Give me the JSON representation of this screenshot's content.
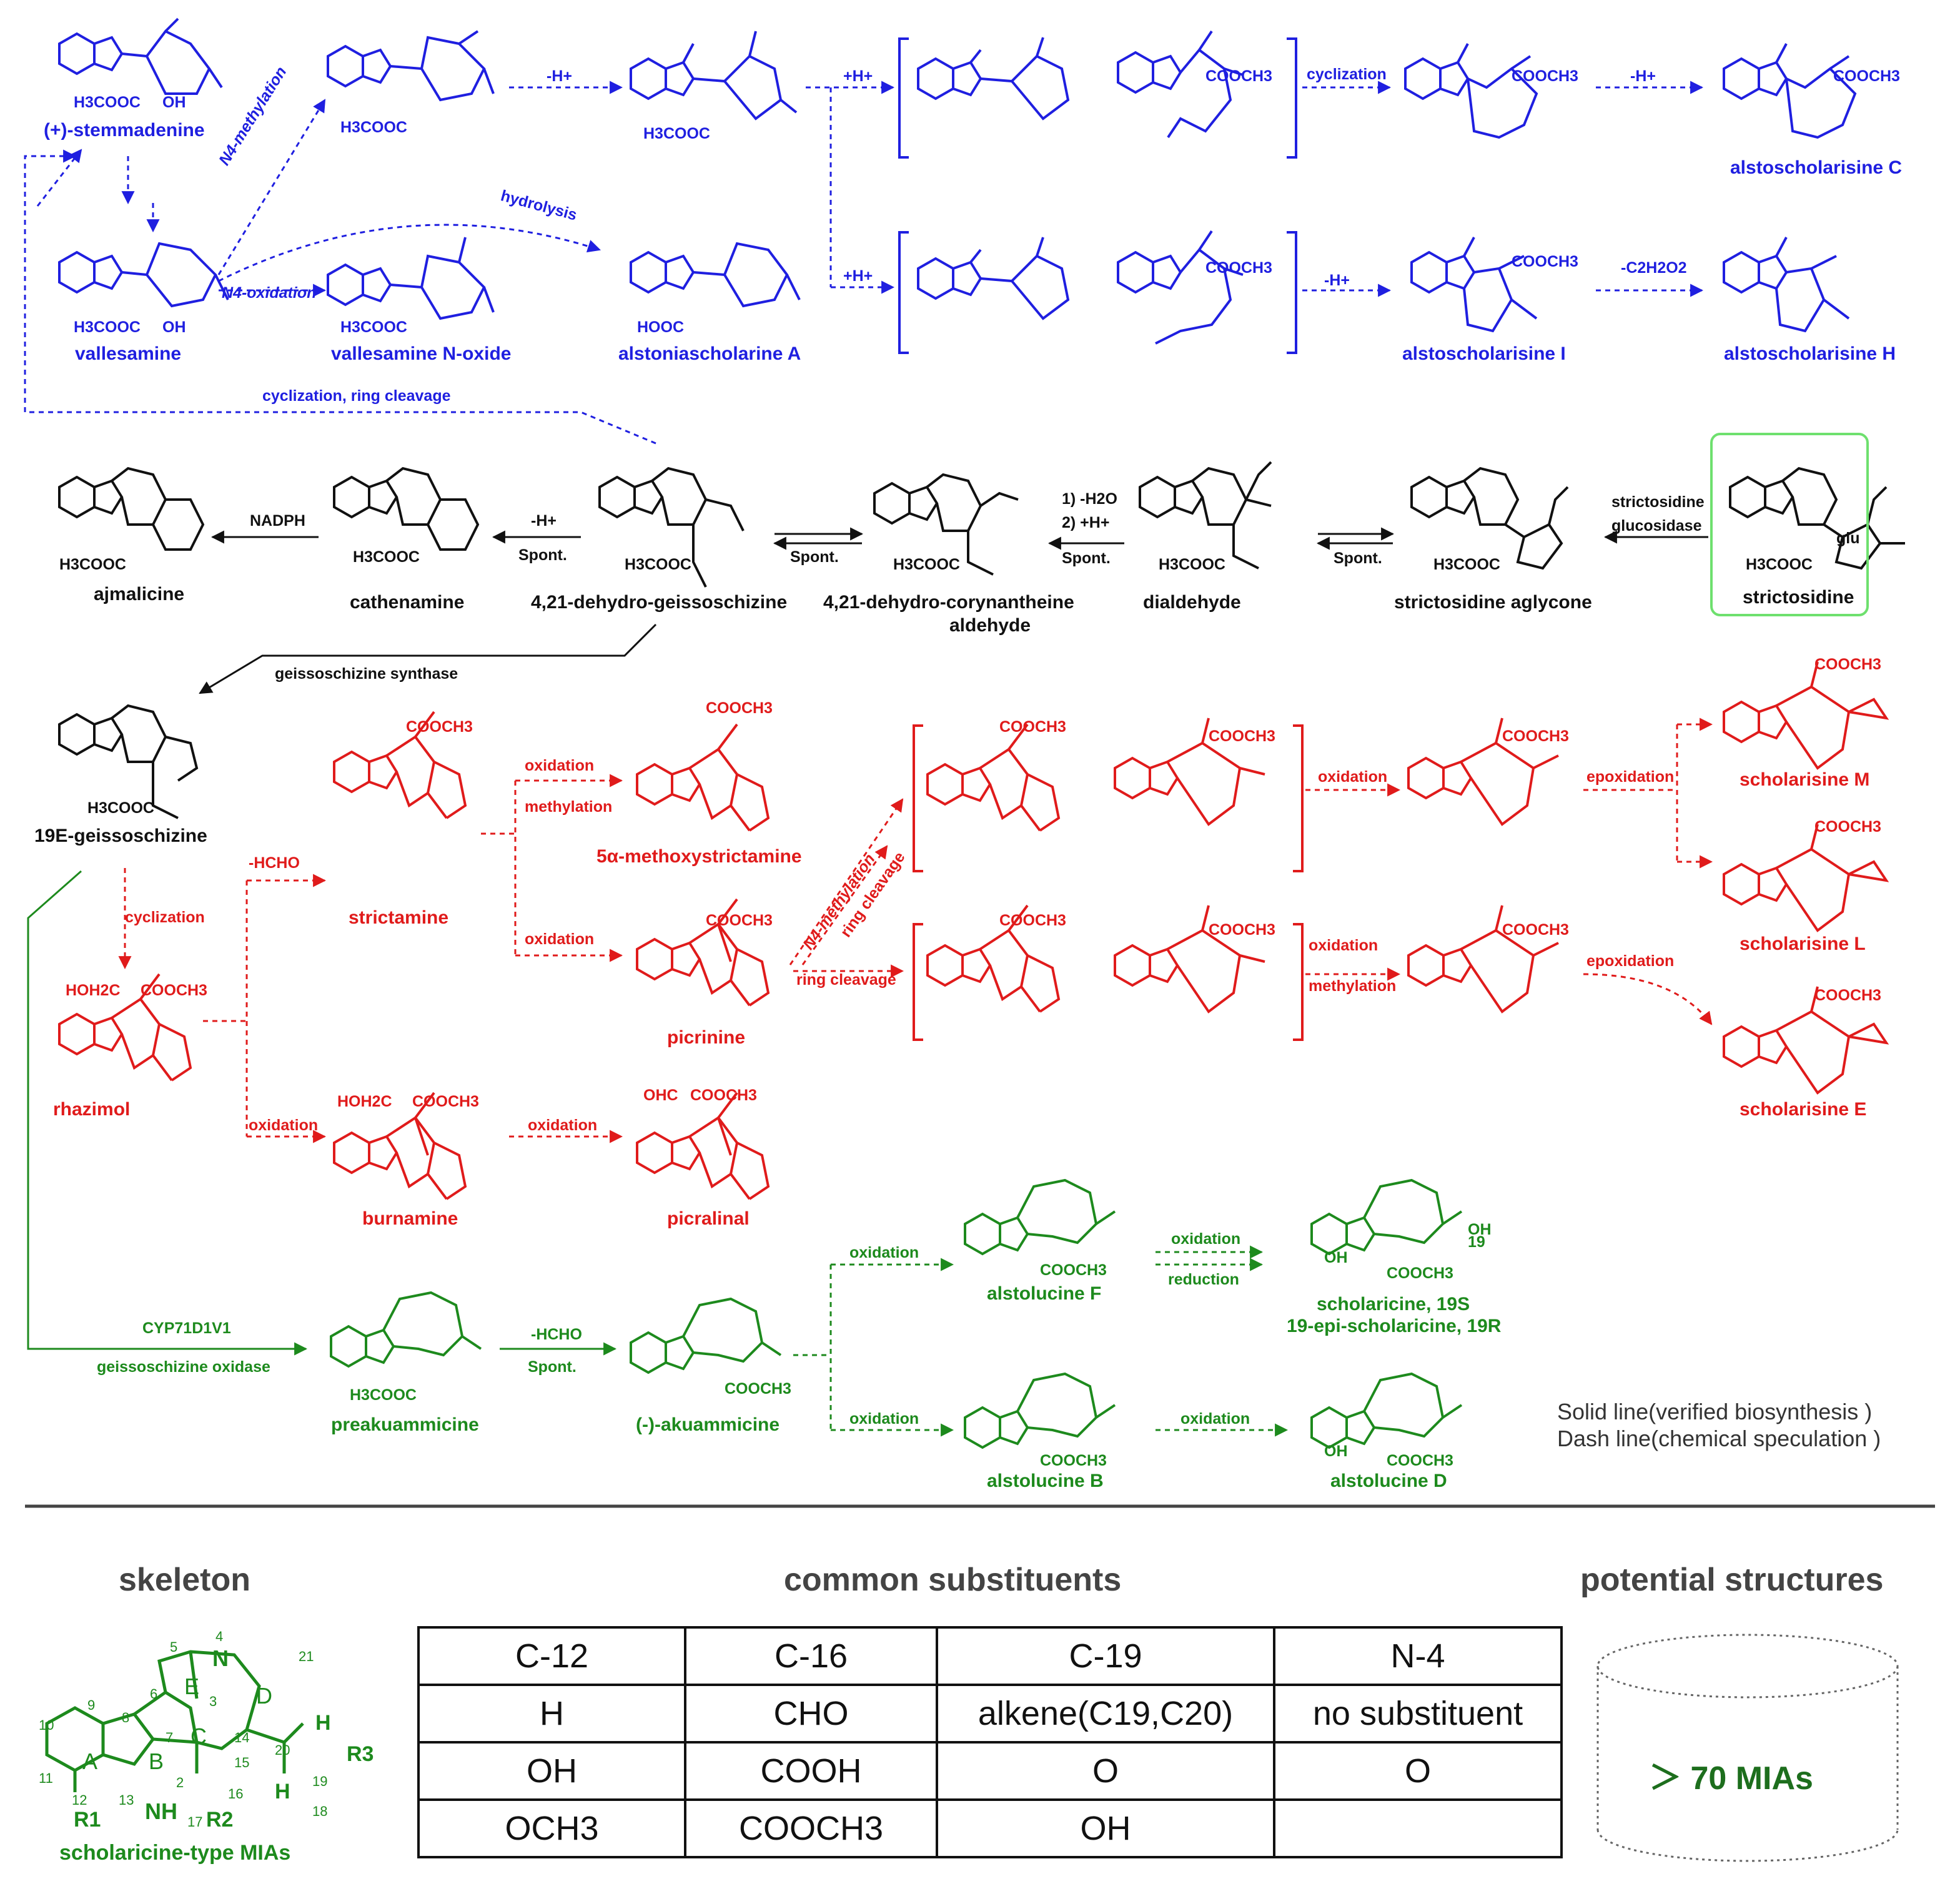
{
  "colors": {
    "blue": "#1f1fe0",
    "black": "#111111",
    "red": "#e01b1b",
    "green": "#1d8a1d"
  },
  "compounds": {
    "stemmadenine": "(+)-stemmadenine",
    "vallesamine": "vallesamine",
    "vallesamine_noxide": "vallesamine N-oxide",
    "alstoniascholarine_a": "alstoniascholarine A",
    "alstoscholarisine_c": "alstoscholarisine C",
    "alstoscholarisine_i": "alstoscholarisine I",
    "alstoscholarisine_h": "alstoscholarisine H",
    "ajmalicine": "ajmalicine",
    "cathenamine": "cathenamine",
    "dehydro_geissoschizine": "4,21-dehydro-geissoschizine",
    "dehydro_corynantheine_1": "4,21-dehydro-corynantheine",
    "dehydro_corynantheine_2": "aldehyde",
    "dialdehyde": "dialdehyde",
    "strictosidine_aglycone": "strictosidine aglycone",
    "strictosidine": "strictosidine",
    "geissoschizine": "19E-geissoschizine",
    "strictamine": "strictamine",
    "methoxystrictamine": "5α-methoxystrictamine",
    "picrinine": "picrinine",
    "rhazimol": "rhazimol",
    "burnamine": "burnamine",
    "picralinal": "picralinal",
    "scholarisine_m": "scholarisine M",
    "scholarisine_l": "scholarisine L",
    "scholarisine_e": "scholarisine E",
    "preakuammicine": "preakuammicine",
    "akuammicine": "(-)-akuammicine",
    "alstolucine_f": "alstolucine F",
    "alstolucine_b": "alstolucine B",
    "alstolucine_d": "alstolucine D",
    "scholaricine_1": "scholaricine, 19S",
    "scholaricine_2": "19-epi-scholaricine, 19R"
  },
  "steps": {
    "n4_methylation": "N4-methylation",
    "minus_h": "-H+",
    "plus_h": "+H+",
    "cyclization": "cyclization",
    "hydrolysis": "hydrolysis",
    "n4_oxidation": "N4-oxidation",
    "minus_c2h2o2": "-C2H2O2",
    "cyclization_ring_cleavage": "cyclization,  ring cleavage",
    "nadph": "NADPH",
    "spont": "Spont.",
    "minus_h2o": "1) -H2O",
    "plus_h2": "2) +H+",
    "strictosidine_glucosidase_1": "strictosidine",
    "strictosidine_glucosidase_2": "glucosidase",
    "geissoschizine_synthase": "geissoschizine synthase",
    "minus_hcho": "-HCHO",
    "oxidation": "oxidation",
    "methylation": "methylation",
    "ring_cleavage": "ring cleavage",
    "n4_methylation_2": "N4-methylation",
    "epoxidation": "epoxidation",
    "cyp": "CYP71D1V1",
    "geissoschizine_oxidase": "geissoschizine oxidase",
    "reduction": "reduction"
  },
  "legend": {
    "solid": "Solid line(verified biosynthesis )",
    "dash": "Dash line(chemical speculation )"
  },
  "bottom": {
    "skeleton_title": "skeleton",
    "substituents_title": "common substituents",
    "potential_title": "potential structures",
    "skeleton_name": "scholaricine-type MIAs",
    "potential_value": "＞ 70 MIAs",
    "ring_labels": [
      "A",
      "B",
      "C",
      "D",
      "E"
    ],
    "atom_numbers": [
      "2",
      "3",
      "4",
      "5",
      "6",
      "7",
      "8",
      "9",
      "10",
      "11",
      "12",
      "13",
      "14",
      "15",
      "16",
      "17",
      "18",
      "19",
      "20",
      "21"
    ],
    "r_labels": [
      "R1",
      "R2",
      "R3"
    ],
    "table": {
      "headers": [
        "C-12",
        "C-16",
        "C-19",
        "N-4"
      ],
      "rows": [
        [
          "H",
          "CHO",
          "alkene(C19,C20)",
          "no substituent"
        ],
        [
          "OH",
          "COOH",
          "O",
          "O"
        ],
        [
          "OCH3",
          "COOCH3",
          "OH",
          ""
        ]
      ]
    }
  },
  "substituent_labels": {
    "h3cooc": "H3COOC",
    "cooch3": "COOCH3",
    "oh": "OH",
    "hooc": "HOOC",
    "hoh2c": "HOH2C",
    "ohc": "OHC",
    "glu": "glu",
    "h": "H",
    "n": "N",
    "nh": "NH",
    "o": "O",
    "locant19": "19"
  }
}
